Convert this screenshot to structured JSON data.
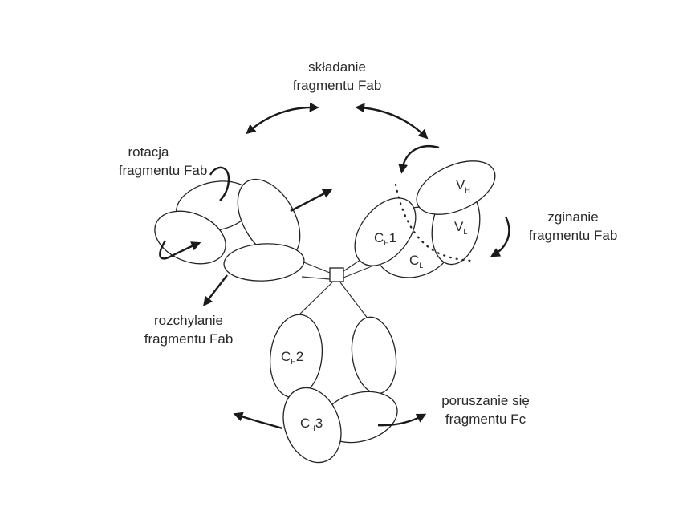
{
  "labels": {
    "folding": [
      "składanie",
      "fragmentu Fab"
    ],
    "rotation": [
      "rotacja",
      "fragmentu Fab"
    ],
    "bending": [
      "zginanie",
      "fragmentu Fab"
    ],
    "spreading": [
      "rozchylanie",
      "fragmentu Fab"
    ],
    "fc_movement": [
      "poruszanie się",
      "fragmentu Fc"
    ]
  },
  "domains": {
    "vh": {
      "main": "V",
      "sub": "H"
    },
    "vl": {
      "main": "V",
      "sub": "L"
    },
    "ch1": {
      "main": "C",
      "sub": "H",
      "suffix": "1"
    },
    "cl": {
      "main": "C",
      "sub": "L"
    },
    "ch2": {
      "main": "C",
      "sub": "H",
      "suffix": "2"
    },
    "ch3": {
      "main": "C",
      "sub": "H",
      "suffix": "3"
    }
  }
}
